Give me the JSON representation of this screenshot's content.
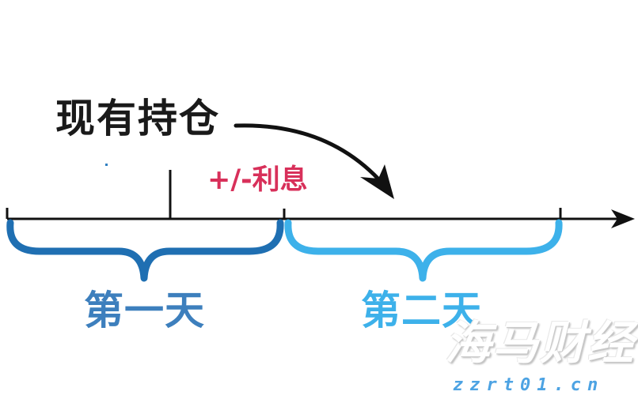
{
  "diagram": {
    "title": "现有持仓",
    "interest_label": "+/-利息",
    "days": [
      {
        "label": "第一天",
        "color": "#1f6fb2",
        "text_color": "#3d7fbd"
      },
      {
        "label": "第二天",
        "color": "#3db1ea",
        "text_color": "#3db1ea"
      }
    ],
    "colors": {
      "axis": "#111111",
      "interest": "#d8305a",
      "title": "#1a1a1a"
    }
  },
  "watermark": {
    "brand": "海马财经",
    "url": "zzrt01.cn",
    "url_color": "#4da3e3"
  }
}
